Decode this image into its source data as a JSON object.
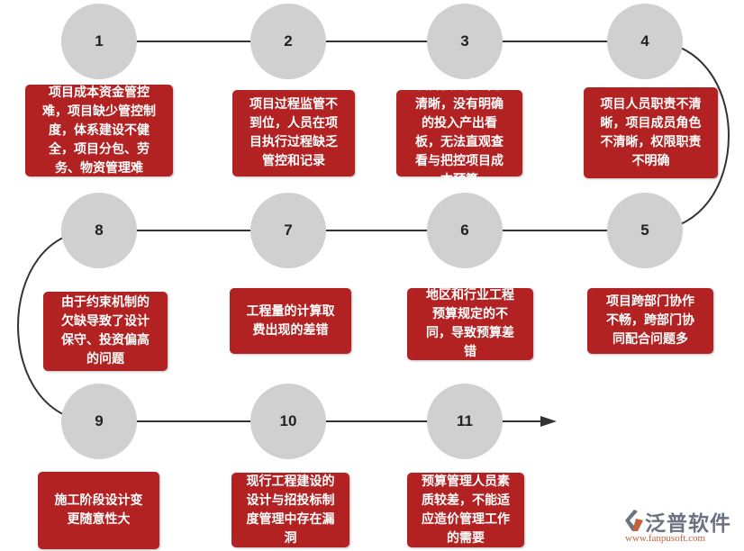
{
  "colors": {
    "box": "#b22222",
    "circle": "#d0d0d0",
    "line": "#333333"
  },
  "steps": [
    {
      "num": "1",
      "text": "项目成本资金管控难，项目缺少管控制度，体系建设不健全，项目分包、劳务、物资管理难"
    },
    {
      "num": "2",
      "text": "项目过程监管不到位，人员在项目执行过程缺乏管控和记录"
    },
    {
      "num": "3",
      "text": "项目投入产出不清晰，没有明确的投入产出看板，无法直观查看与把控项目成本预算"
    },
    {
      "num": "4",
      "text": "项目人员职责不清晰，项目成员角色不清晰，权限职责不明确"
    },
    {
      "num": "5",
      "text": "项目跨部门协作不畅，跨部门协同配合问题多"
    },
    {
      "num": "6",
      "text": "地区和行业工程预算规定的不同，导致预算差错"
    },
    {
      "num": "7",
      "text": "工程量的计算取费出现的差错"
    },
    {
      "num": "8",
      "text": "由于约束机制的欠缺导致了设计保守、投资偏高的问题"
    },
    {
      "num": "9",
      "text": "施工阶段设计变更随意性大"
    },
    {
      "num": "10",
      "text": "现行工程建设的设计与招投标制度管理中存在漏洞"
    },
    {
      "num": "11",
      "text": "预算管理人员素质较差，不能适应造价管理工作的需要"
    }
  ],
  "logo": {
    "name": "泛普软件",
    "url": "www.fanpusoft.com"
  }
}
